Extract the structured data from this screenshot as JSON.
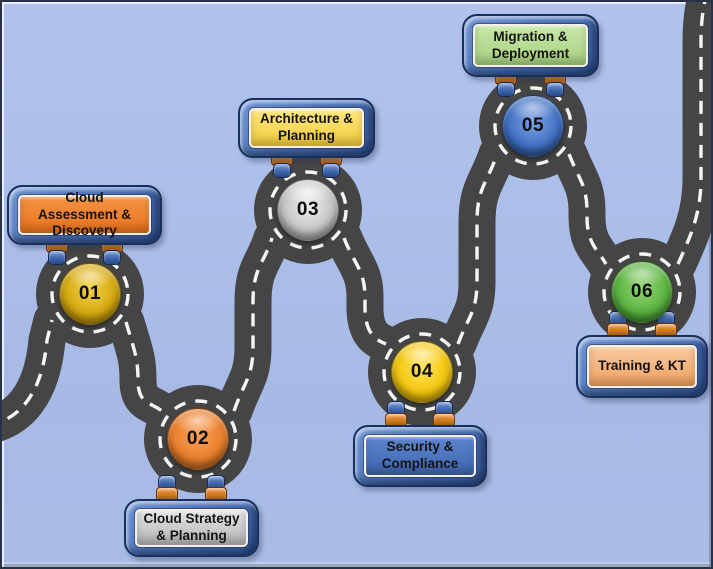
{
  "colors": {
    "background": "#a9bce6",
    "road": "#454545",
    "road_dash": "#ffffff",
    "sign_frame": "#4a72ba",
    "sign_frame_border": "#17305e",
    "post_orange": "#cf7a1f",
    "post_blue": "#3c62a8"
  },
  "milestones": [
    {
      "number": "01",
      "label": "Cloud Assessment & Discovery",
      "sign_position": "above",
      "sign_color": "#ed7d31",
      "button_color": "#d2a70e"
    },
    {
      "number": "02",
      "label": "Cloud Strategy & Planning",
      "sign_position": "below",
      "sign_color": "#c9c9c9",
      "button_color": "#e87f2b"
    },
    {
      "number": "03",
      "label": "Architecture & Planning",
      "sign_position": "above",
      "sign_color": "#ffd966",
      "button_color": "#c2c2c2"
    },
    {
      "number": "04",
      "label": "Security & Compliance",
      "sign_position": "below",
      "sign_color": "#4472c4",
      "button_color": "#f2c50c"
    },
    {
      "number": "05",
      "label": "Migration & Deployment",
      "sign_position": "above",
      "sign_color": "#b5d99a",
      "button_color": "#3f6fc1"
    },
    {
      "number": "06",
      "label": "Training & KT",
      "sign_position": "below",
      "sign_color": "#f4b183",
      "button_color": "#58b23e"
    }
  ]
}
